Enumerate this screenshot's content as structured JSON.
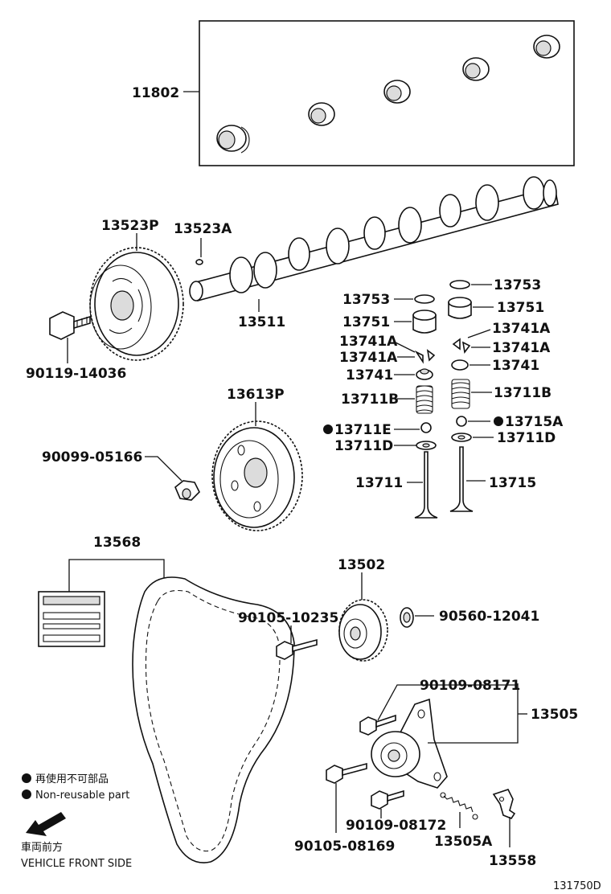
{
  "diagram": {
    "id": "131750D",
    "labels": {
      "p11802": "11802",
      "p13523P": "13523P",
      "p13523A": "13523A",
      "p13511": "13511",
      "p90119": "90119-14036",
      "p13753L": "13753",
      "p13753R": "13753",
      "p13751L": "13751",
      "p13751R": "13751",
      "p13741A_L1": "13741A",
      "p13741A_L2": "13741A",
      "p13741A_R1": "13741A",
      "p13741A_R2": "13741A",
      "p13741L": "13741",
      "p13741R": "13741",
      "p13711B_L": "13711B",
      "p13711B_R": "13711B",
      "p13711E": "13711E",
      "p13715A": "13715A",
      "p13711D_L": "13711D",
      "p13711D_R": "13711D",
      "p13711": "13711",
      "p13715": "13715",
      "p13613P": "13613P",
      "p90099": "90099-05166",
      "p13568": "13568",
      "p13502": "13502",
      "p90105_10235": "90105-10235",
      "p90560": "90560-12041",
      "p90109_08171": "90109-08171",
      "p13505": "13505",
      "p90109_08172": "90109-08172",
      "p13505A": "13505A",
      "p13558": "13558",
      "p90105_08169": "90105-08169"
    },
    "legend": {
      "non_reusable_jp": "再使用不可部品",
      "non_reusable_en": "Non-reusable part",
      "front_jp": "車両前方",
      "front_en": "VEHICLE FRONT SIDE"
    }
  }
}
